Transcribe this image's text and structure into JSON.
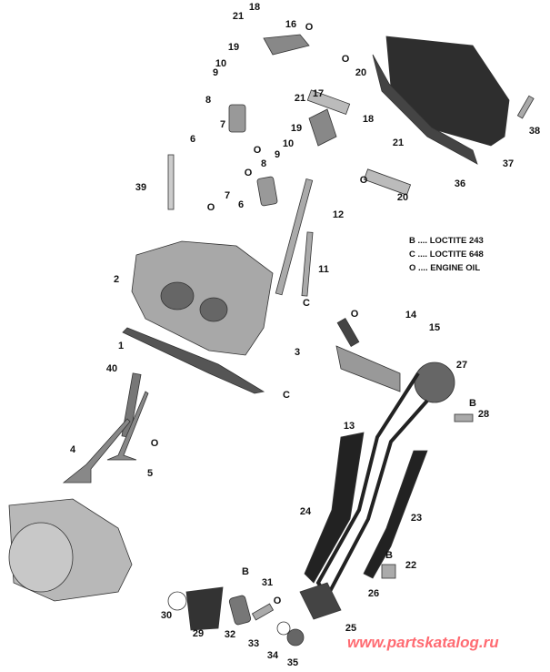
{
  "legend": [
    {
      "code": "B",
      "text": "B .... LOCTITE 243"
    },
    {
      "code": "C",
      "text": "C .... LOCTITE 648"
    },
    {
      "code": "O",
      "text": "O .... ENGINE OIL"
    }
  ],
  "callouts": [
    "21",
    "18",
    "16",
    "19",
    "10",
    "9",
    "8",
    "7",
    "6",
    "39",
    "20",
    "17",
    "21",
    "18",
    "19",
    "10",
    "9",
    "8",
    "7",
    "6",
    "20",
    "21",
    "12",
    "11",
    "2",
    "1",
    "40",
    "4",
    "5",
    "3",
    "14",
    "15",
    "13",
    "27",
    "28",
    "37",
    "36",
    "38",
    "24",
    "23",
    "26",
    "22",
    "25",
    "30",
    "29",
    "31",
    "32",
    "33",
    "34",
    "35"
  ],
  "markers": [
    "O",
    "O",
    "O",
    "O",
    "O",
    "O",
    "O",
    "C",
    "C",
    "O",
    "B",
    "B",
    "B",
    "O"
  ],
  "watermark": "www.partskatalog.ru",
  "colors": {
    "part": "#8a8a8a",
    "dark": "#2a2a2a",
    "watermark": "#ff6b72"
  }
}
